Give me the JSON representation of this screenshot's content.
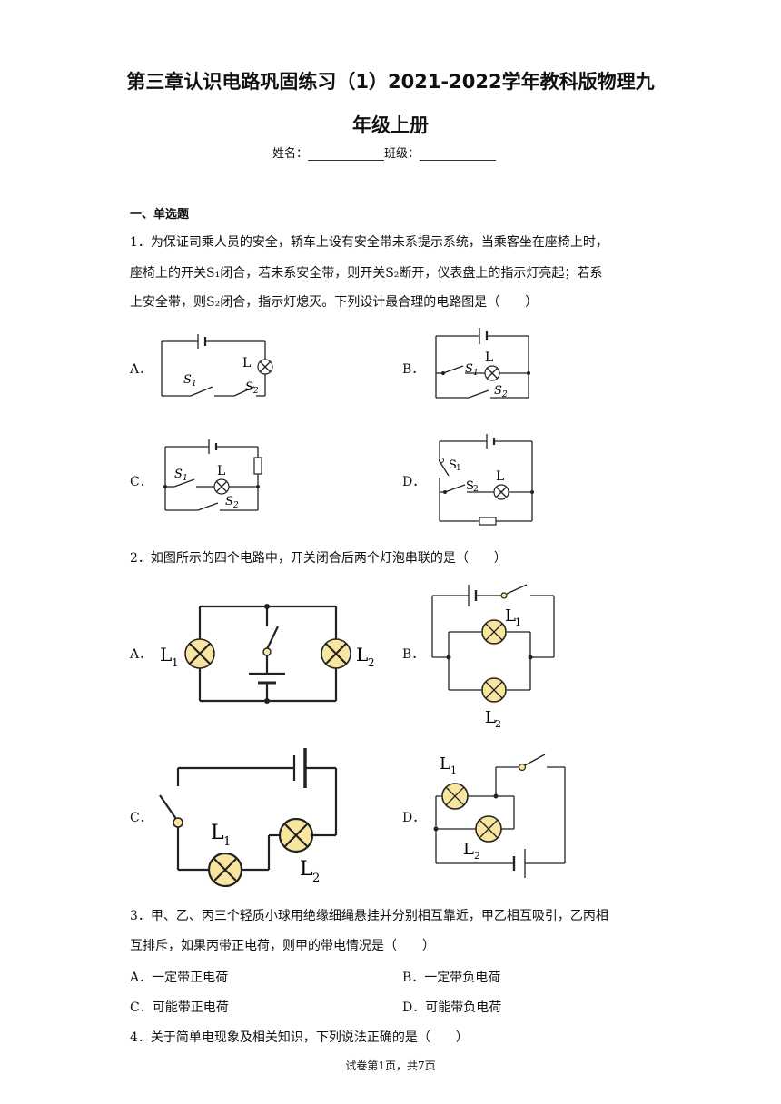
{
  "header": {
    "title_line1": "第三章认识电路巩固练习（1）2021-2022学年教科版物理九",
    "title_line2": "年级上册",
    "name_label": "姓名：",
    "class_label": "班级："
  },
  "section1": {
    "heading": "一、单选题"
  },
  "q1": {
    "line1": "1．为保证司乘人员的安全，轿车上设有安全带未系提示系统，当乘客坐在座椅上时，",
    "line2": "座椅上的开关S₁闭合，若未系安全带，则开关S₂断开，仪表盘上的指示灯亮起；若系",
    "line3": "上安全带，则S₂闭合，指示灯熄灭。下列设计最合理的电路图是（　　）",
    "options": [
      "A．",
      "B．",
      "C．",
      "D．"
    ]
  },
  "q2": {
    "text": "2．如图所示的四个电路中，开关闭合后两个灯泡串联的是（　　）",
    "options": [
      "A．",
      "B．",
      "C．",
      "D．"
    ]
  },
  "q3": {
    "line1": "3．甲、乙、丙三个轻质小球用绝缘细绳悬挂并分别相互靠近，甲乙相互吸引，乙丙相",
    "line2": "互排斥，如果丙带正电荷，则甲的带电情况是（　　）",
    "options": [
      "A．一定带正电荷",
      "B．一定带负电荷",
      "C．可能带正电荷",
      "D．可能带负电荷"
    ]
  },
  "q4": {
    "text": "4．关于简单电现象及相关知识，下列说法正确的是（　　）"
  },
  "footer": {
    "text": "试卷第1页，共7页"
  },
  "diagram_labels": {
    "lamp": "L",
    "s1": "S",
    "s2": "S",
    "sub1": "1",
    "sub2": "2",
    "l1": "L",
    "l2": "L"
  }
}
